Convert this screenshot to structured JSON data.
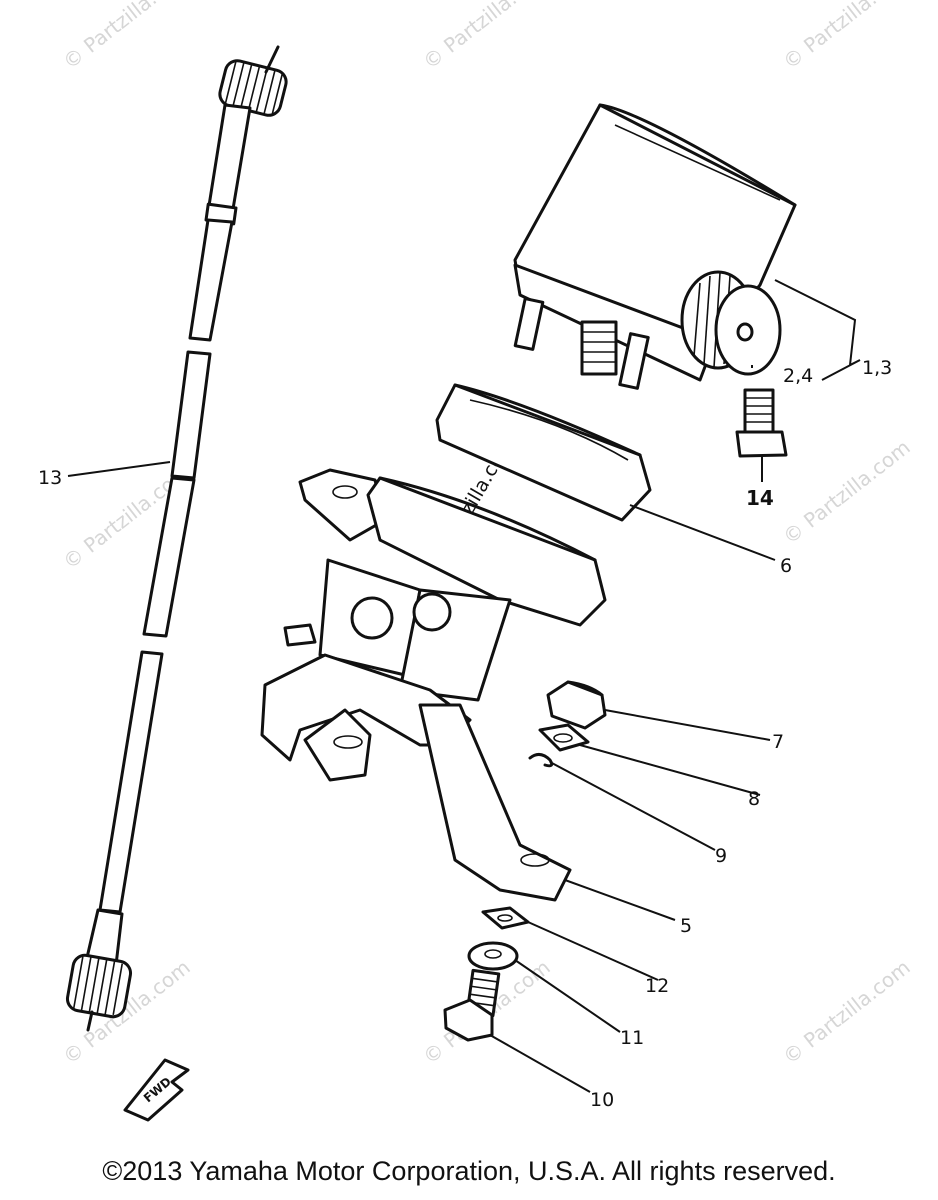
{
  "diagram": {
    "watermark_text": "© Partzilla.com",
    "callouts": {
      "p1_3": "1,3",
      "p2_4": "2,4",
      "p5": "5",
      "p6": "6",
      "p7": "7",
      "p8": "8",
      "p9": "9",
      "p10": "10",
      "p11": "11",
      "p12": "12",
      "p13": "13",
      "p14": "14"
    },
    "fwd_label": "FWD"
  },
  "footer": {
    "copyright": "©2013 Yamaha Motor Corporation, U.S.A. All rights reserved."
  }
}
